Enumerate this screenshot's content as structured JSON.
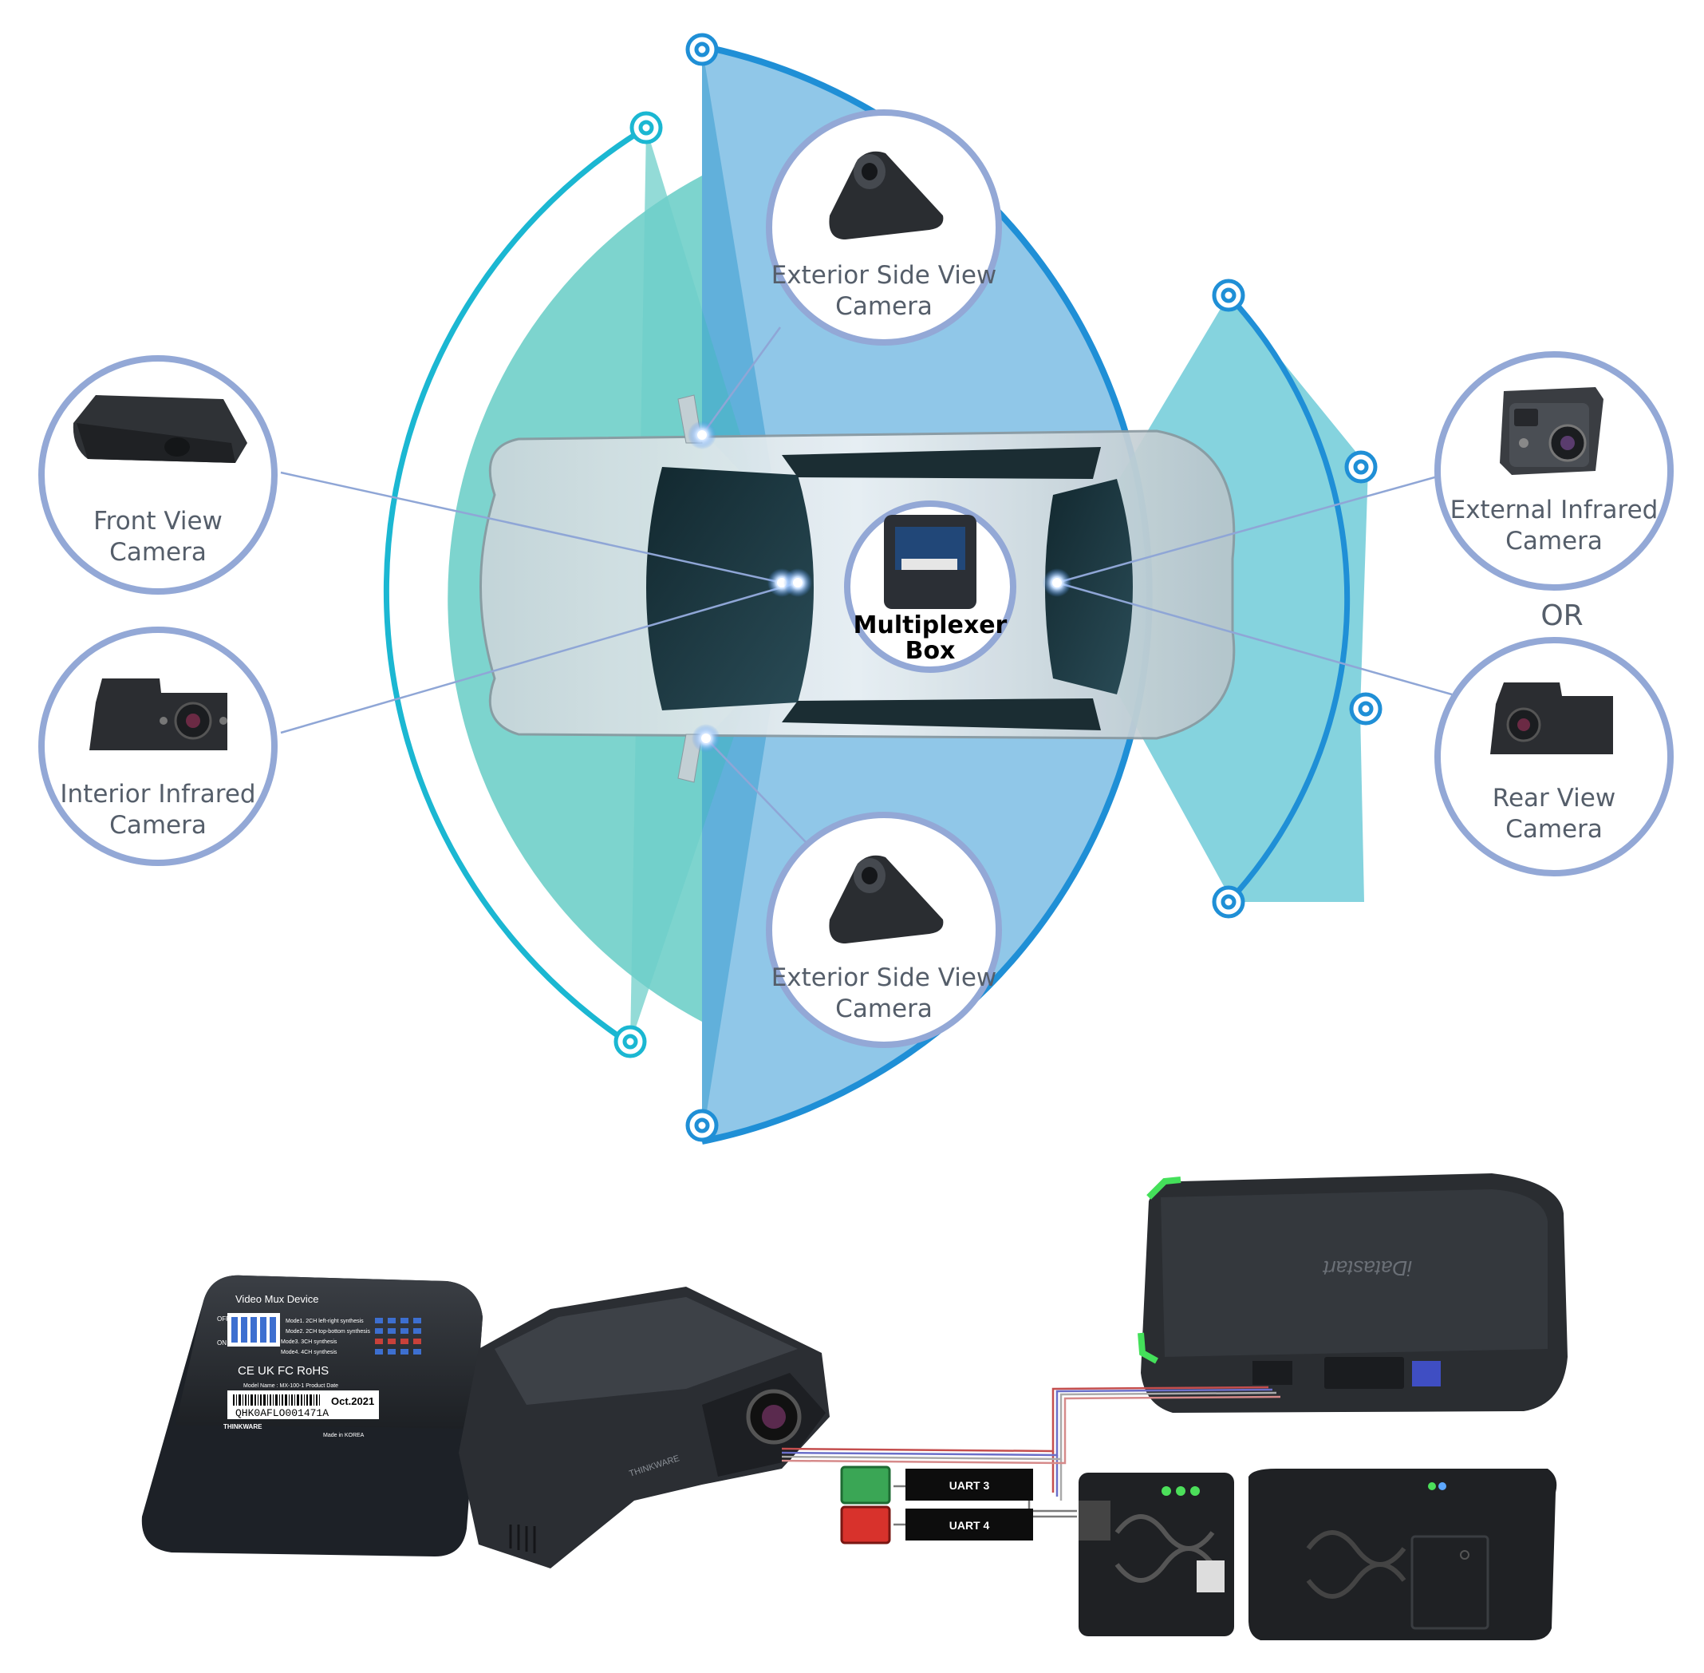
{
  "cameras": {
    "front_view": [
      "Front View",
      "Camera"
    ],
    "interior_infrared": [
      "Interior Infrared",
      "Camera"
    ],
    "exterior_side_top": [
      "Exterior Side View",
      "Camera"
    ],
    "exterior_side_bottom": [
      "Exterior Side View",
      "Camera"
    ],
    "external_infrared": [
      "External Infrared",
      "Camera"
    ],
    "rear_view": [
      "Rear View",
      "Camera"
    ]
  },
  "or_label": "OR",
  "multiplexer": [
    "Multiplexer",
    "Box"
  ],
  "mux_device": {
    "title": "Video Mux Device",
    "switch_off": "OFF",
    "switch_on": "ON",
    "modes": [
      "Mode1. 2CH left-right synthesis",
      "Mode2. 2CH top-bottom synthesis",
      "Mode3. 3CH synthesis",
      "Mode4. 4CH synthesis"
    ],
    "certs": "CE UK FC RoHS",
    "model_line": "Model Name : MX-100-1   Product Date",
    "date": "Oct.2021",
    "serial": "QHK0AFLO001471A",
    "brand": "THINKWARE",
    "made_in": "Made in KOREA"
  },
  "dashcam_brand": "THINKWARE",
  "remote_starter_brand": "iDatastart",
  "uart": [
    "UART 3",
    "UART 4"
  ],
  "colors": {
    "teal_fov": "#6fcfc9",
    "blue_fov": "#7cbde4",
    "teal_arc": "#1bb7d2",
    "blue_arc": "#1f8fd6",
    "circle_border": "#93a8d6",
    "connector_green": "#3aa655",
    "connector_red": "#d8322c"
  }
}
